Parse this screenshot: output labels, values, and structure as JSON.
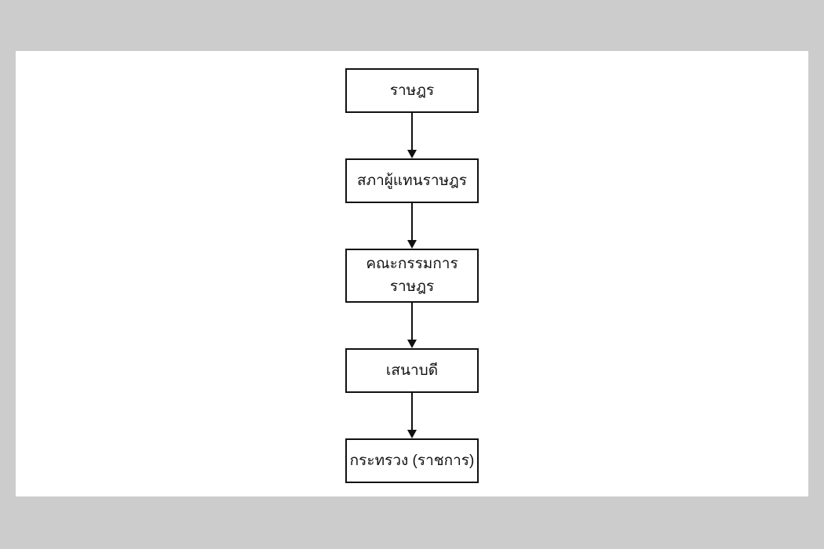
{
  "page": {
    "background_color": "#cccccc",
    "canvas_color": "#ffffff"
  },
  "flowchart": {
    "type": "vertical-flow",
    "colors": {
      "box_border": "#111111",
      "text": "#111111",
      "arrow": "#111111"
    },
    "connector": "arrow-down",
    "nodes": [
      {
        "label": "ราษฎร"
      },
      {
        "label": "สภาผู้แทนราษฎร"
      },
      {
        "label": "คณะกรรมการราษฎร",
        "line1": "คณะกรรมการ",
        "line2": "ราษฎร"
      },
      {
        "label": "เสนาบดี"
      },
      {
        "label": "กระทรวง (ราชการ)"
      }
    ]
  }
}
